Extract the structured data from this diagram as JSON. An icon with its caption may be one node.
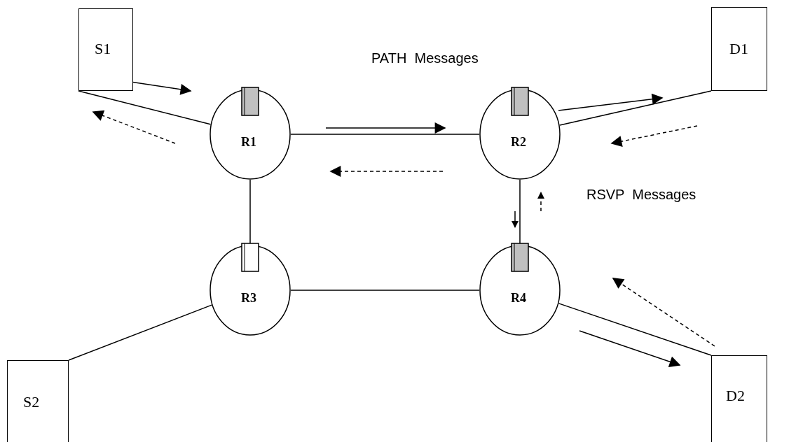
{
  "diagram": {
    "nodes": [
      {
        "text": [
          "S1"
        ]
      },
      {
        "text": [
          "R1"
        ]
      },
      {
        "text": [
          "R2"
        ]
      },
      {
        "text": [
          "D1"
        ]
      },
      {
        "text": [
          "R3"
        ]
      },
      {
        "text": [
          "R4"
        ]
      },
      {
        "text": [
          "S2"
        ]
      },
      {
        "text": [
          "D2"
        ]
      }
    ],
    "edges": [
      {
        "from": 0,
        "to": 1,
        "arrow": "none"
      },
      {
        "from": 1,
        "to": 2,
        "arrow": "none"
      },
      {
        "from": 2,
        "to": 3,
        "arrow": "none"
      },
      {
        "from": 1,
        "to": 4,
        "arrow": "none"
      },
      {
        "from": 2,
        "to": 5,
        "arrow": "none"
      },
      {
        "from": 4,
        "to": 5,
        "arrow": "none"
      },
      {
        "from": 6,
        "to": 4,
        "arrow": "none"
      },
      {
        "from": 5,
        "to": 7,
        "arrow": "none"
      }
    ],
    "labels": [
      "PATH  Messages",
      "RSVP  Messages"
    ]
  }
}
